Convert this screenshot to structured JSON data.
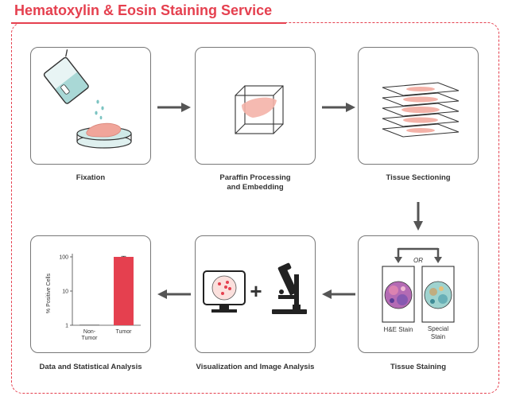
{
  "title": "Hematoxylin & Eosin Staining Service",
  "steps": {
    "fixation": "Fixation",
    "paraffin_line1": "Paraffin Processing",
    "paraffin_line2": "and Embedding",
    "sectioning": "Tissue Sectioning",
    "staining": "Tissue Staining",
    "visualization": "Visualization and Image Analysis",
    "data_analysis": "Data and Statistical Analysis"
  },
  "staining": {
    "or_label": "OR",
    "he_label": "H&E Stain",
    "special_line1": "Special",
    "special_line2": "Stain"
  },
  "visualization": {
    "plus": "+"
  },
  "colors": {
    "accent": "#e5404f",
    "bar": "#e5404f",
    "arrow": "#555555"
  },
  "chart_data": {
    "type": "bar",
    "categories": [
      "Non-\nTumor",
      "Tumor"
    ],
    "category_lines": [
      [
        "Non-",
        "Tumor"
      ],
      [
        "Tumor"
      ]
    ],
    "values": [
      1,
      100
    ],
    "ylabel": "% Positive Cells",
    "yscale": "log",
    "ylim": [
      1,
      100
    ],
    "yticks": [
      "1",
      "10",
      "100"
    ],
    "error_bars": [
      0,
      4
    ]
  }
}
